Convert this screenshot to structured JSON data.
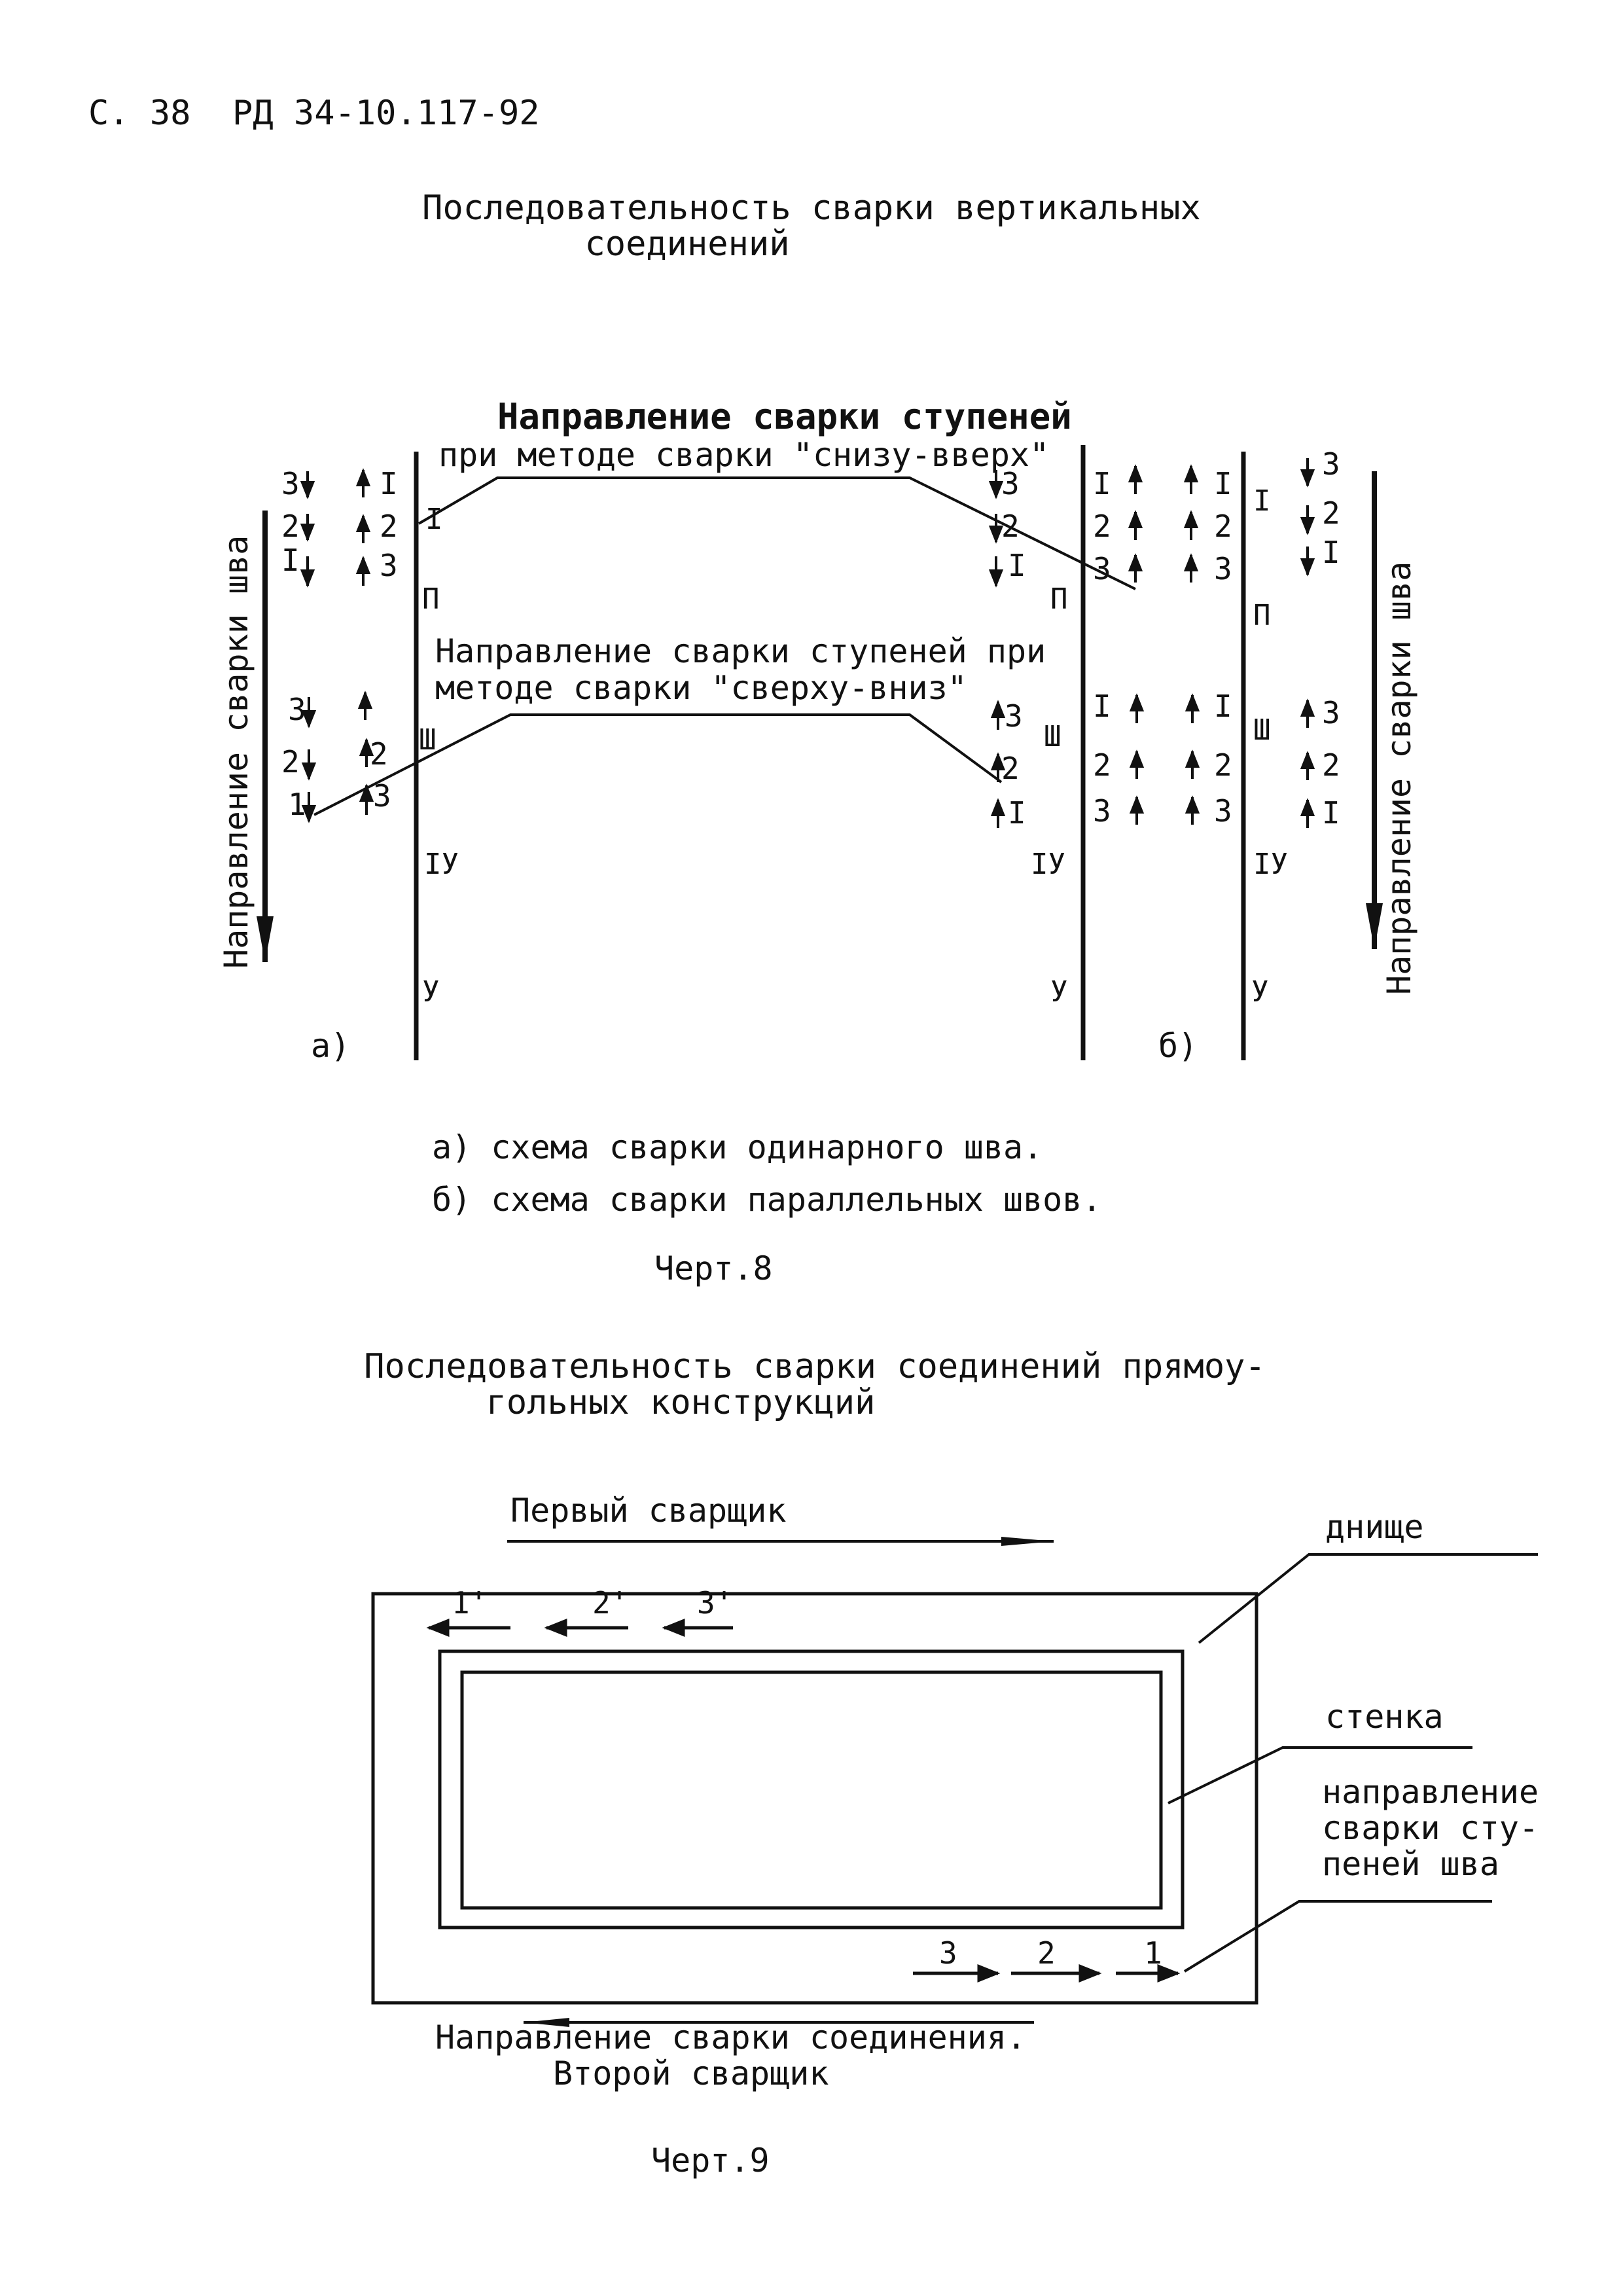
{
  "header": {
    "page": "С. 38",
    "doc": "РД 34-10.117-92"
  },
  "fig8": {
    "title_line1": "Последовательность сварки вертикальных",
    "title_line2": "соединений",
    "label_up_line1": "Направление сварки ступеней",
    "label_up_line2": "при методе сварки \"снизу-вверх\"",
    "label_down_line1": "Направление сварки ступеней при",
    "label_down_line2": "методе сварки \"сверху-вниз\"",
    "weld_direction": "Направление сварки шва",
    "tier_labels": [
      "I",
      "П",
      "Ш",
      "IУ",
      "У"
    ],
    "step_numbers": [
      "3",
      "2",
      "1"
    ],
    "step_numbers_roman": [
      "I",
      "2",
      "3"
    ],
    "sub_a": "а)",
    "sub_b": "б)",
    "caption_a": "а) схема сварки одинарного шва.",
    "caption_b": "б) схема сварки параллельных швов.",
    "chart_label": "Черт.8"
  },
  "fig9": {
    "title_line1": "Последовательность сварки соединений прямоу-",
    "title_line2": "гольных конструкций",
    "first_welder": "Первый сварщик",
    "bottom_label": "днище",
    "wall_label": "стенка",
    "dir_line1": "направление",
    "dir_line2": "сварки сту-",
    "dir_line3": "пеней шва",
    "top_steps": [
      "1'",
      "2'",
      "3'"
    ],
    "bottom_steps": [
      "3",
      "2",
      "1"
    ],
    "joint_direction": "Направление сварки соединения.",
    "second_welder": "Второй сварщик",
    "chart_label": "Черт.9"
  }
}
